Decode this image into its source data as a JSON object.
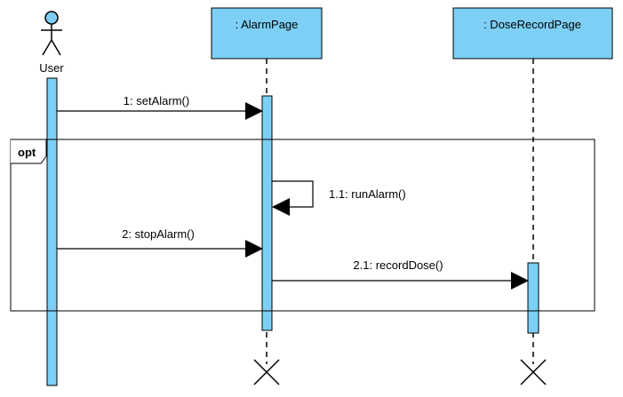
{
  "diagram": {
    "colors": {
      "fill": "#7DCFF5",
      "stroke": "#000000",
      "background": "#FFFFFF"
    },
    "actor": {
      "label": "User"
    },
    "lifelines": [
      {
        "id": "alarm",
        "label": ": AlarmPage"
      },
      {
        "id": "dose",
        "label": ": DoseRecordPage"
      }
    ],
    "fragment": {
      "label": "opt"
    },
    "messages": [
      {
        "id": "m1",
        "label": "1: setAlarm()"
      },
      {
        "id": "m11",
        "label": "1.1: runAlarm()"
      },
      {
        "id": "m2",
        "label": "2: stopAlarm()"
      },
      {
        "id": "m21",
        "label": "2.1: recordDose()"
      }
    ]
  }
}
